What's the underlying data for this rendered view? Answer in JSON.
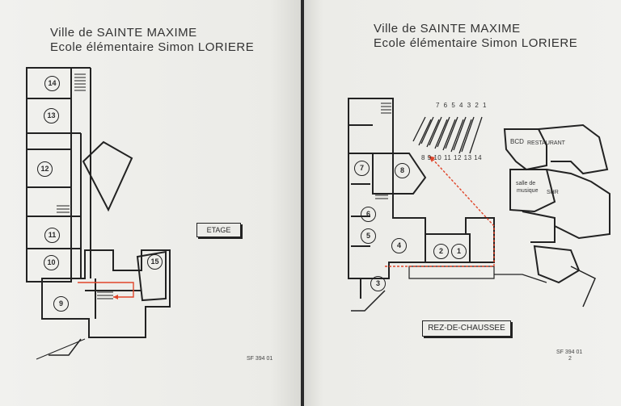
{
  "left_sheet": {
    "title_line1": "Ville de SAINTE MAXIME",
    "title_line2": "Ecole élémentaire Simon LORIERE",
    "level_label": "ETAGE",
    "reference": "SF 394 01",
    "rooms": [
      "14",
      "13",
      "12",
      "11",
      "10",
      "9",
      "15"
    ]
  },
  "right_sheet": {
    "title_line1": "Ville de SAINTE MAXIME",
    "title_line2": "Ecole élémentaire Simon LORIERE",
    "level_label": "REZ-DE-CHAUSSEE",
    "reference": "SF 394 01",
    "reference_page": "2",
    "rooms": [
      "7",
      "8",
      "6",
      "5",
      "4",
      "2",
      "1",
      "3"
    ],
    "parking_numbers_top": "7 6 5 4 3 2 1",
    "parking_numbers_bottom": "8 9 10 11 12 13 14",
    "area_labels": {
      "bcd": "BCD",
      "restaurant": "RESTAURANT",
      "salle_line1": "salle de",
      "salle_line2": "musique",
      "sha": "SHR"
    }
  },
  "colors": {
    "paper": "#eeeeea",
    "ink": "#222222",
    "route": "#e0452a"
  }
}
